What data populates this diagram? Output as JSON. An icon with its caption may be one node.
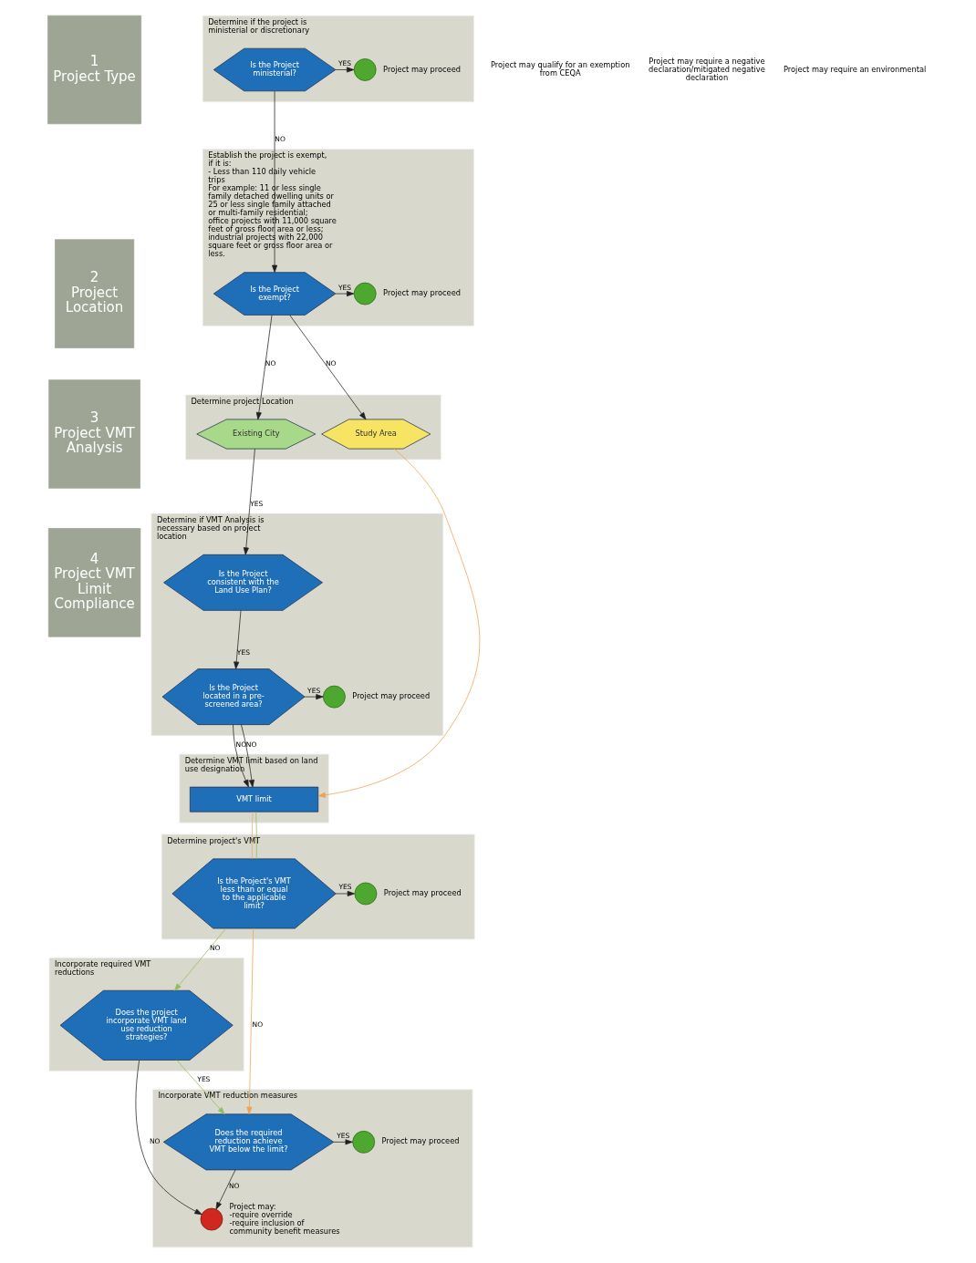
{
  "diagram": {
    "nodes": [
      {
        "text": [
          "1",
          "Project Type"
        ]
      },
      {
        "text": [
          "Determine if the project is ministerial or discretionary"
        ]
      },
      {
        "text": [
          "Is the Project ministerial?"
        ],
        "in": 1
      },
      {
        "text": [],
        "shape": "circle",
        "in": 1,
        "beside": [
          "Project may proceed"
        ]
      },
      {
        "text": [
          "Establish the project is exempt, if it is:",
          "- Less than 110 daily vehicle trips",
          "For example: 11 or less single family detached dwelling units or 25 or less single family attached or multi-family residential; office projects with 11,000 square feet of gross floor area or less; industrial projects with 22,000 square feet or gross floor area or less."
        ]
      },
      {
        "text": [
          "Is the Project exempt?"
        ],
        "in": 4
      },
      {
        "text": [],
        "shape": "circle",
        "in": 4,
        "beside": [
          "Project may proceed"
        ]
      },
      {
        "text": [
          "2",
          "Project Location"
        ]
      },
      {
        "text": [
          "Determine project Location"
        ]
      },
      {
        "text": [
          "Study Area"
        ],
        "in": 8
      },
      {
        "text": [
          "Existing City"
        ],
        "in": 8
      },
      {
        "text": [
          "Determine if VMT Analysis is necessary based on project location"
        ]
      },
      {
        "text": [
          "Is the Project consistent with the Land Use Plan?"
        ],
        "in": 11
      },
      {
        "text": [
          "Is the Project located in a pre-screened area?"
        ],
        "in": 11
      },
      {
        "text": [],
        "shape": "circle",
        "in": 11,
        "beside": [
          "Project may proceed"
        ]
      },
      {
        "text": [
          "Determine VMT limit based on land use designation"
        ]
      },
      {
        "text": [
          "VMT limit"
        ],
        "in": 15
      },
      {
        "text": [
          "3",
          "Project VMT Analysis"
        ]
      },
      {
        "text": [
          "Determine project's VMT"
        ]
      },
      {
        "text": [
          "Is the Project's VMT less than or equal to the applicable limit?"
        ],
        "in": 18
      },
      {
        "text": [],
        "shape": "circle",
        "in": 18,
        "beside": [
          "Project may proceed"
        ]
      },
      {
        "text": [
          "4",
          "Project VMT Limit Compliance"
        ]
      },
      {
        "text": [
          "Incorporate required VMT reductions"
        ]
      },
      {
        "text": [
          "Does the project incorporate VMT land use reduction strategies?"
        ],
        "in": 22
      },
      {
        "text": [
          "Incorporate VMT reduction measures"
        ]
      },
      {
        "text": [
          "Does the required reduction achieve VMT below the limit?"
        ],
        "in": 24
      },
      {
        "text": [],
        "shape": "circle",
        "in": 24,
        "beside": [
          "Project may proceed"
        ]
      },
      {
        "text": [],
        "shape": "circle",
        "in": 24,
        "beside": [
          "Project may:",
          "-require override",
          "-require inclusion of community benefit measures"
        ]
      }
    ],
    "edges": [
      {
        "from": 2,
        "to": 3,
        "arrow": "to",
        "label": "YES"
      },
      {
        "from": 2,
        "to": 5,
        "arrow": "to",
        "label": "NO"
      },
      {
        "from": 5,
        "to": 6,
        "arrow": "to",
        "label": "YES"
      },
      {
        "from": 5,
        "to": 9,
        "arrow": "to",
        "label": "NO"
      },
      {
        "from": 5,
        "to": 10,
        "arrow": "to",
        "label": "NO"
      },
      {
        "from": 10,
        "to": 12,
        "arrow": "to",
        "label": "YES"
      },
      {
        "from": 12,
        "to": 13,
        "arrow": "to",
        "label": "YES"
      },
      {
        "from": 13,
        "to": 14,
        "arrow": "to",
        "label": "YES"
      },
      {
        "from": 13,
        "to": 16,
        "arrow": "to",
        "label": "NO"
      },
      {
        "from": 13,
        "to": 16,
        "arrow": "to",
        "label": "NO"
      },
      {
        "from": 9,
        "to": 16,
        "arrow": "to",
        "color": "#f0a050"
      },
      {
        "from": 16,
        "to": 19,
        "arrow": "none",
        "color": "#e8a878"
      },
      {
        "from": 16,
        "to": 19,
        "arrow": "none",
        "color": "#8cbf5a"
      },
      {
        "from": 19,
        "to": 20,
        "arrow": "to",
        "label": "YES"
      },
      {
        "from": 19,
        "to": 23,
        "arrow": "to",
        "label": "NO",
        "color": "#8cbf5a"
      },
      {
        "from": 19,
        "to": 25,
        "arrow": "to",
        "label": "NO",
        "color": "#f0a050"
      },
      {
        "from": 23,
        "to": 25,
        "arrow": "to",
        "label": "YES",
        "color": "#8cbf5a"
      },
      {
        "from": 23,
        "to": 27,
        "arrow": "to",
        "label": "NO"
      },
      {
        "from": 25,
        "to": 26,
        "arrow": "to",
        "label": "YES"
      },
      {
        "from": 25,
        "to": 27,
        "arrow": "to",
        "label": "NO"
      }
    ],
    "labels": [
      "Project may qualify for an exemption from CEQA",
      "Project may require a negative declaration/mitigated negative declaration",
      "Project may require an environmental"
    ]
  }
}
